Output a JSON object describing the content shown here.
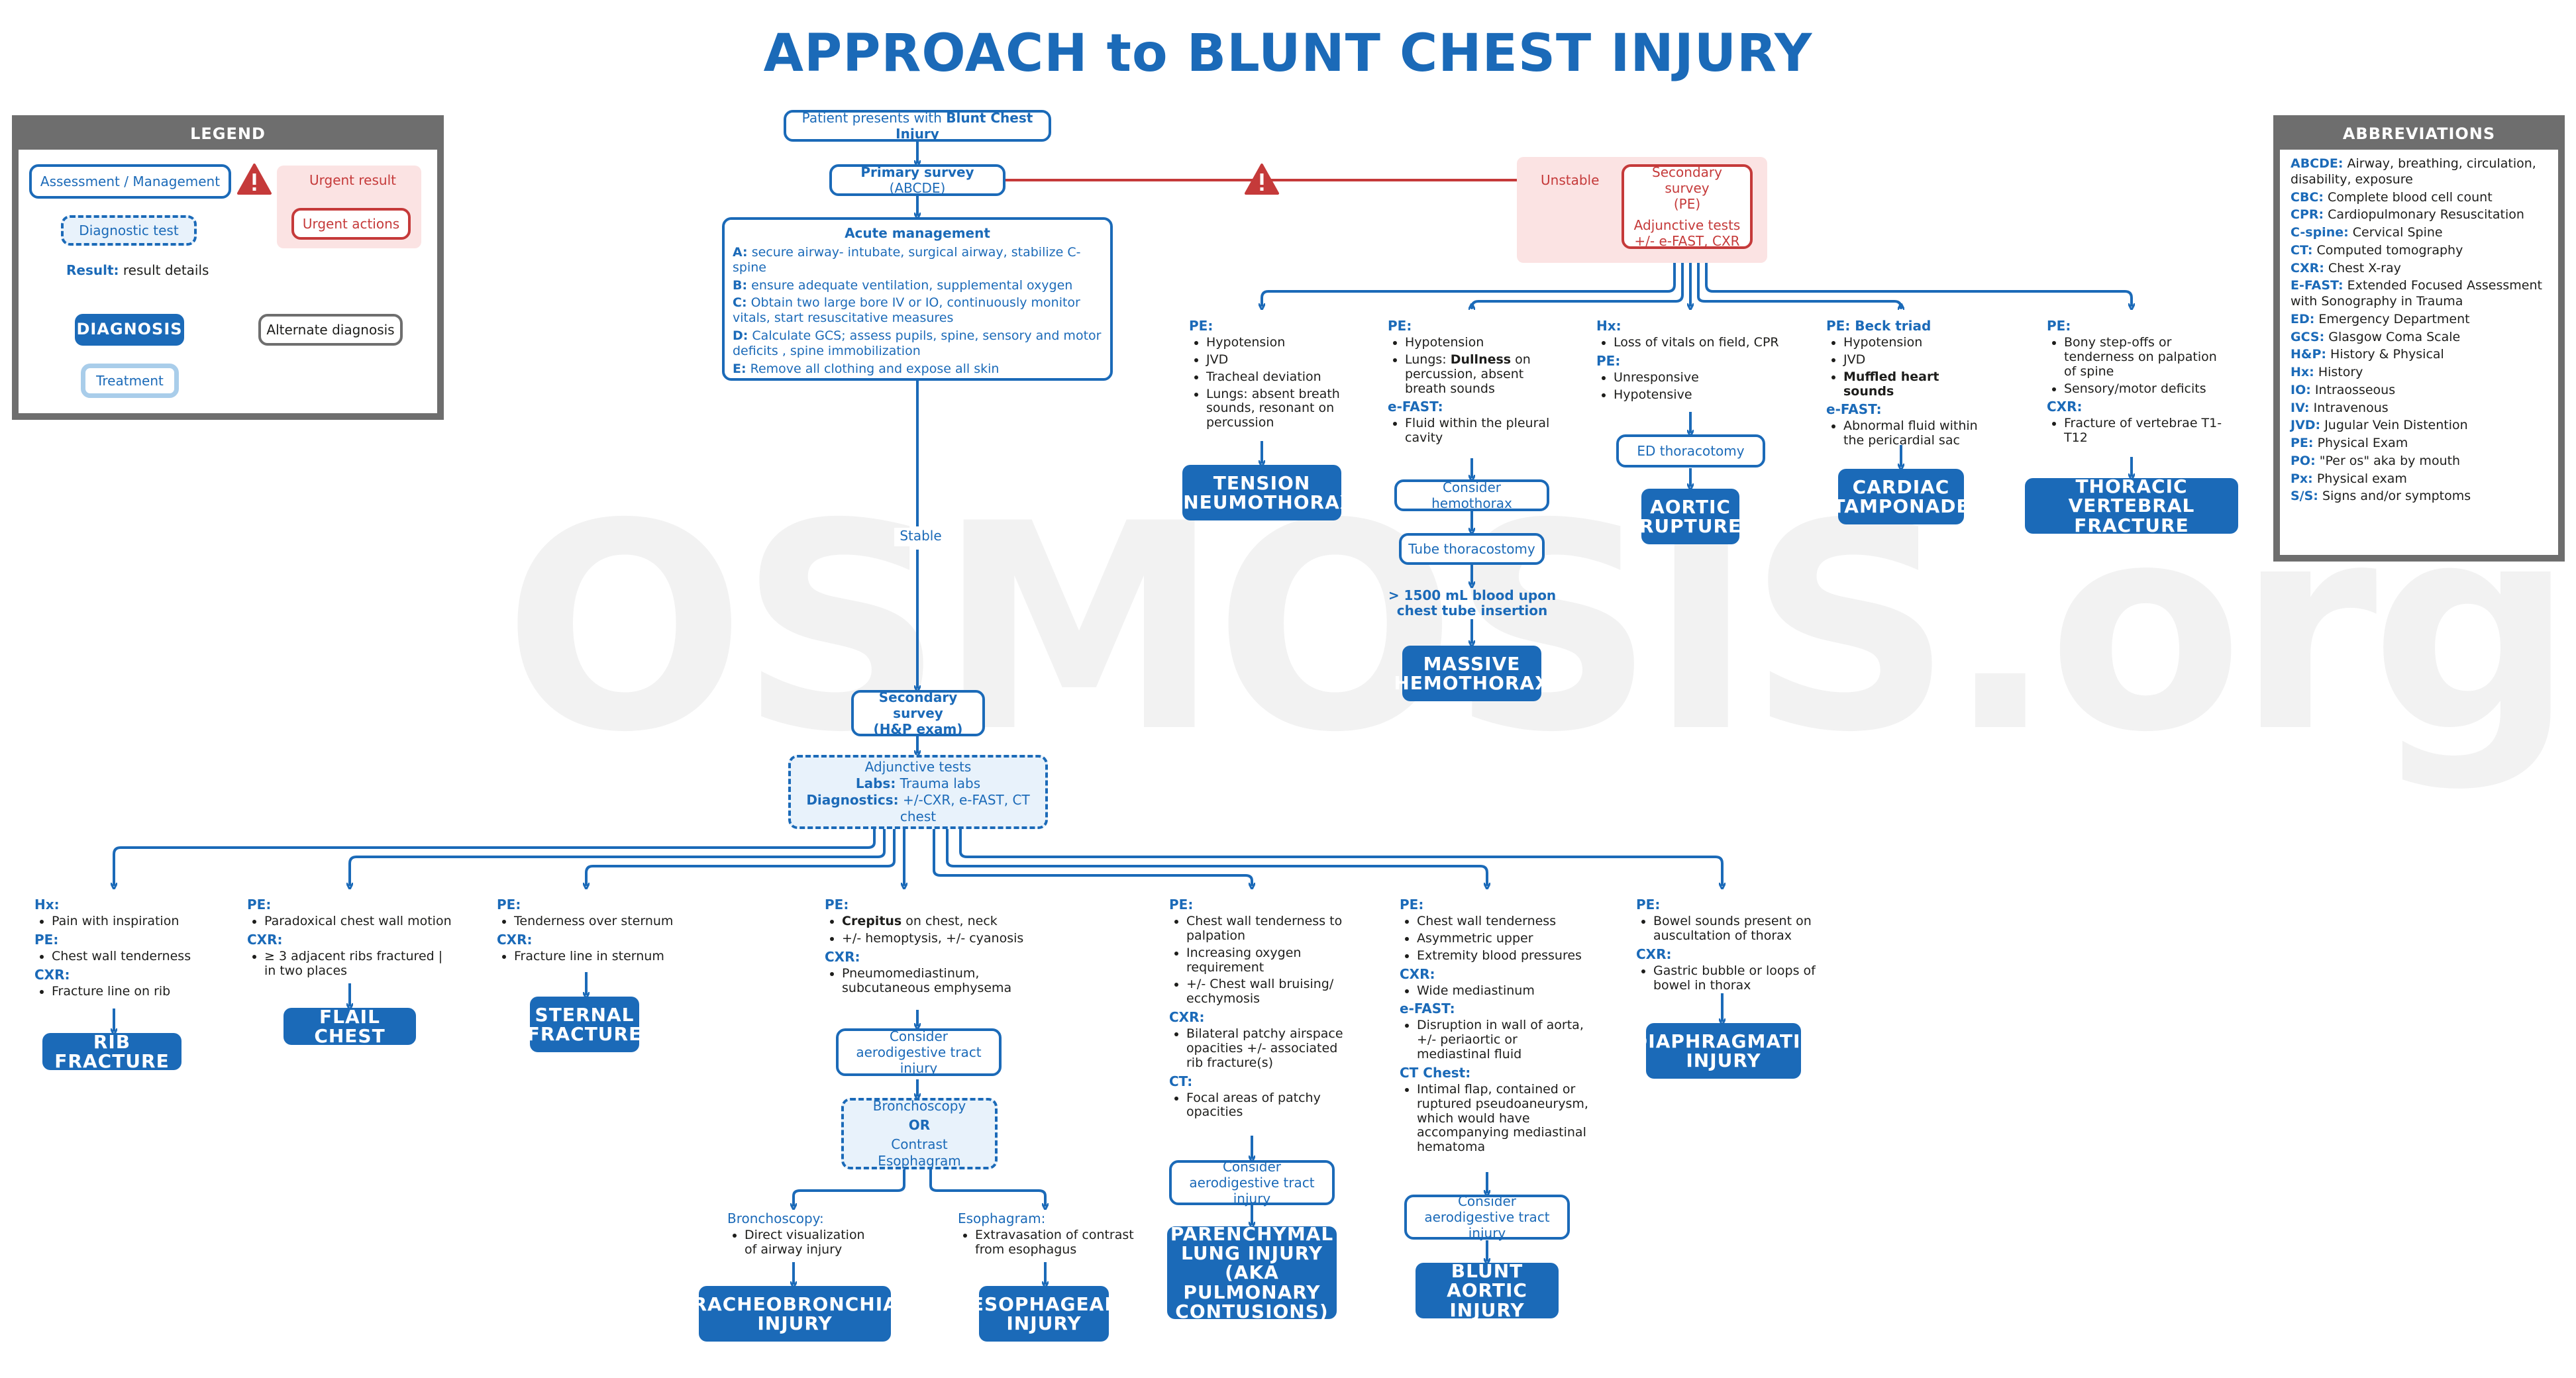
{
  "title": "APPROACH to BLUNT CHEST INJURY",
  "watermark": "OSMOSIS.org",
  "colors": {
    "primary": "#1b6ab8",
    "urgent": "#c53a3a",
    "urgent_bg": "#fbe3e3",
    "panel_gray": "#6e6e6e"
  },
  "legend": {
    "header": "LEGEND",
    "assessment": "Assessment / Management",
    "diagnostic": "Diagnostic test",
    "result_label": "Result:",
    "result_text": "result details",
    "diagnosis": "DIAGNOSIS",
    "treatment": "Treatment",
    "urgent_result": "Urgent result",
    "urgent_actions": "Urgent actions",
    "alternate": "Alternate diagnosis",
    "warning_icon": "warning-triangle-icon"
  },
  "abbreviations": {
    "header": "ABBREVIATIONS",
    "items": [
      {
        "k": "ABCDE:",
        "v": "Airway, breathing, circulation, disability, exposure"
      },
      {
        "k": "CBC:",
        "v": "Complete blood cell count"
      },
      {
        "k": "CPR:",
        "v": "Cardiopulmonary Resuscitation"
      },
      {
        "k": "C-spine:",
        "v": "Cervical Spine"
      },
      {
        "k": "CT:",
        "v": "Computed tomography"
      },
      {
        "k": "CXR:",
        "v": "Chest X-ray"
      },
      {
        "k": "E-FAST:",
        "v": "Extended Focused Assessment with Sonography in Trauma"
      },
      {
        "k": "ED:",
        "v": "Emergency Department"
      },
      {
        "k": "GCS:",
        "v": "Glasgow Coma Scale"
      },
      {
        "k": "H&P:",
        "v": "History & Physical"
      },
      {
        "k": "Hx:",
        "v": "History"
      },
      {
        "k": "IO:",
        "v": "Intraosseous"
      },
      {
        "k": "IV:",
        "v": "Intravenous"
      },
      {
        "k": "JVD:",
        "v": "Jugular Vein Distention"
      },
      {
        "k": "PE:",
        "v": "Physical Exam"
      },
      {
        "k": "PO:",
        "v": "\"Per os\" aka by mouth"
      },
      {
        "k": "Px:",
        "v": "Physical exam"
      },
      {
        "k": "S/S:",
        "v": "Signs and/or symptoms"
      }
    ]
  },
  "flow": {
    "start_prefix": "Patient presents with ",
    "start_bold": "Blunt Chest Injury",
    "primary_bold": "Primary survey",
    "primary_rest": " (ABCDE)",
    "unstable": "Unstable",
    "stable": "Stable",
    "secondary_pe_title": "Secondary survey",
    "secondary_pe_sub": "(PE)",
    "adjunctive_top_title": "Adjunctive tests",
    "adjunctive_top_sub": "+/- e-FAST, CXR",
    "acute": {
      "title": "Acute management",
      "lines": [
        {
          "k": "A:",
          "v": " secure airway- intubate, surgical airway, stabilize C-spine"
        },
        {
          "k": "B:",
          "v": " ensure adequate ventilation, supplemental oxygen"
        },
        {
          "k": "C:",
          "v": " Obtain two large bore IV or IO, continuously monitor vitals, start resuscitative measures"
        },
        {
          "k": "D:",
          "v": " Calculate GCS; assess pupils, spine, sensory and motor deficits , spine immobilization"
        },
        {
          "k": "E:",
          "v": " Remove all clothing and expose all skin"
        }
      ]
    },
    "secondary_hp_title": "Secondary survey",
    "secondary_hp_sub": "(H&P exam)",
    "adjunctive_mid": {
      "title": "Adjunctive tests",
      "labs_k": "Labs:",
      "labs_v": " Trauma labs",
      "dx_k": "Diagnostics:",
      "dx_v": " +/-CXR, e-FAST, CT chest"
    }
  },
  "unstable_branches": {
    "tension": {
      "pe": "PE:",
      "items": [
        "Hypotension",
        "JVD",
        "Tracheal deviation",
        "Lungs: absent breath sounds, resonant on percussion"
      ],
      "dx": "TENSION PNEUMOTHORAX"
    },
    "hemothorax": {
      "pe": "PE:",
      "items": [
        "Hypotension"
      ],
      "lungs_pre": "Lungs: ",
      "lungs_bold": "Dullness",
      "lungs_post": " on percussion, absent breath sounds",
      "efast": "e-FAST:",
      "efast_items": [
        "Fluid within the pleural cavity"
      ],
      "step1": "Consider hemothorax",
      "step2": "Tube thoracostomy",
      "result": "> 1500 mL blood upon chest tube insertion",
      "dx": "MASSIVE HEMOTHORAX"
    },
    "aortic": {
      "hx": "Hx:",
      "hx_items": [
        "Loss of vitals on field, CPR"
      ],
      "pe": "PE:",
      "pe_items": [
        "Unresponsive",
        "Hypotensive"
      ],
      "step": "ED thoracotomy",
      "dx": "AORTIC RUPTURE"
    },
    "tamponade": {
      "pe": "PE: Beck triad",
      "items": [
        "Hypotension",
        "JVD"
      ],
      "bold_item": "Muffled heart sounds",
      "efast": "e-FAST:",
      "efast_items": [
        "Abnormal fluid within the pericardial sac"
      ],
      "dx": "CARDIAC TAMPONADE"
    },
    "vertebral": {
      "pe": "PE:",
      "items": [
        "Bony step-offs or tenderness on palpation of spine",
        "Sensory/motor deficits"
      ],
      "cxr": "CXR:",
      "cxr_items": [
        "Fracture of vertebrae T1-T12"
      ],
      "dx": "THORACIC VERTEBRAL FRACTURE"
    }
  },
  "stable_branches": {
    "rib": {
      "hx": "Hx:",
      "hx_items": [
        "Pain with inspiration"
      ],
      "pe": "PE:",
      "pe_items": [
        "Chest wall tenderness"
      ],
      "cxr": "CXR:",
      "cxr_items": [
        "Fracture line on rib"
      ],
      "dx": "RIB FRACTURE"
    },
    "flail": {
      "pe": "PE:",
      "pe_items": [
        "Paradoxical chest wall motion"
      ],
      "cxr": "CXR:",
      "cxr_items": [
        "≥ 3 adjacent ribs fractured | in two places"
      ],
      "dx": "FLAIL CHEST"
    },
    "sternal": {
      "pe": "PE:",
      "pe_items": [
        "Tenderness over sternum"
      ],
      "cxr": "CXR:",
      "cxr_items": [
        "Fracture line in sternum"
      ],
      "dx": "STERNAL FRACTURE"
    },
    "aerodigestive": {
      "pe": "PE:",
      "crep_bold": "Crepitus",
      "crep_rest": " on chest, neck",
      "pe_items": [
        "+/- hemoptysis, +/- cyanosis"
      ],
      "cxr": "CXR:",
      "cxr_items": [
        "Pneumomediastinum, subcutaneous emphysema"
      ],
      "consider": "Consider aerodigestive tract injury",
      "test_a": "Bronchoscopy",
      "test_or": "OR",
      "test_b": "Contrast Esophagram",
      "bronch_label": "Bronchoscopy:",
      "bronch_items": [
        "Direct visualization of airway injury"
      ],
      "eso_label": "Esophagram:",
      "eso_items": [
        "Extravasation of contrast from esophagus"
      ],
      "dx_tb": "TRACHEOBRONCHIAL INJURY",
      "dx_eso": "ESOPHAGEAL INJURY"
    },
    "parenchymal": {
      "pe": "PE:",
      "pe_items": [
        "Chest wall tenderness to palpation",
        "Increasing oxygen requirement",
        "+/- Chest wall bruising/ ecchymosis"
      ],
      "cxr": "CXR:",
      "cxr_items": [
        "Bilateral patchy airspace opacities +/- associated rib fracture(s)"
      ],
      "ct": "CT:",
      "ct_items": [
        "Focal areas of patchy opacities"
      ],
      "consider": "Consider aerodigestive tract injury",
      "dx": "PARENCHYMAL LUNG INJURY (AKA PULMONARY CONTUSIONS)"
    },
    "blunt_aortic": {
      "pe": "PE:",
      "pe_items": [
        "Chest wall tenderness",
        "Asymmetric upper",
        "Extremity blood pressures"
      ],
      "cxr": "CXR:",
      "cxr_items": [
        "Wide mediastinum"
      ],
      "efast": "e-FAST:",
      "efast_items": [
        "Disruption in wall of aorta, +/- periaortic or mediastinal fluid"
      ],
      "ct": "CT Chest:",
      "ct_items": [
        "Intimal flap, contained or ruptured pseudoaneurysm, which would have accompanying mediastinal hematoma"
      ],
      "consider": "Consider aerodigestive tract injury",
      "dx": "BLUNT AORTIC INJURY"
    },
    "diaphragm": {
      "pe": "PE:",
      "pe_items": [
        "Bowel sounds present on auscultation of thorax"
      ],
      "cxr": "CXR:",
      "cxr_items": [
        "Gastric bubble or loops of bowel in thorax"
      ],
      "dx": "DIAPHRAGMATIC INJURY"
    }
  }
}
